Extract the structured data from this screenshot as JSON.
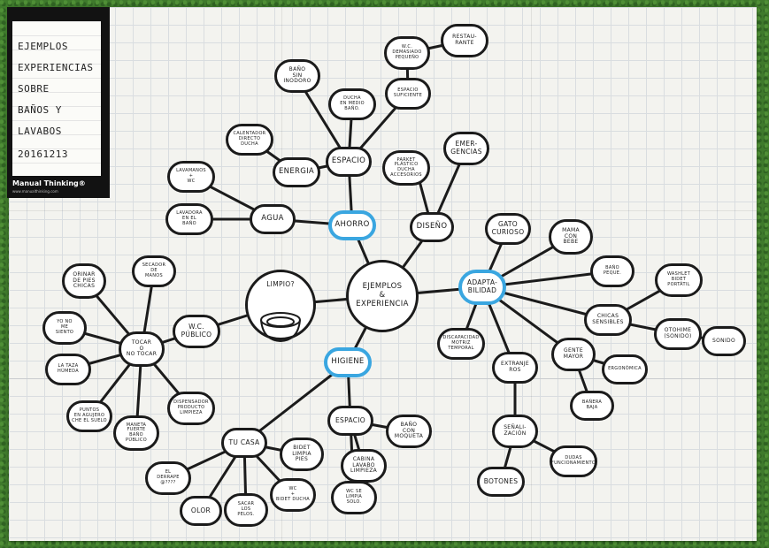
{
  "title_card": {
    "lines": [
      "EJEMPLOS",
      "EXPERIENCIAS",
      "SOBRE",
      "BAÑOS Y",
      "LAVABOS",
      "20161213"
    ],
    "brand": "Manual Thinking®",
    "brand_url": "www.manualthinking.com"
  },
  "colors": {
    "key_node_border": "#3aa6e0",
    "node_border": "#1b1b1b",
    "background": "#3f7a2c"
  },
  "nodes": {
    "ejemplos_experiencia": "EJEMPLOS\n&\nEXPERIENCIA",
    "limpio": "LIMPIO?",
    "ahorro": "AHORRO",
    "higiene": "HIGIENE",
    "adaptabilidad": "ADAPTA-\nBILIDAD",
    "diseno": "DISEÑO",
    "emergencias": "EMER-\nGENCIAS",
    "parkett": "PARKET\nPLÁSTICO\nDUCHA\nACCESORIOS",
    "espacio_top": "ESPACIO",
    "energia": "ENERGIA",
    "agua": "AGUA",
    "bano_sin_inodoro": "BAÑO\nSIN\nINODORO",
    "ducha_medio": "DUCHA\nEN MEDIO\nBAÑO.",
    "espacio_suficiente": "ESPACIO\nSUFICIENTE",
    "wc_pequeno": "W.C.\nDEMASIADO\nPEQUEÑO",
    "restaurante": "RESTAU-\nRANTE",
    "calentador": "CALENTADOR\nDIRECTO\nDUCHA",
    "lavamanos_wc": "LAVAMANOS\n+\nWC",
    "lavadora": "LAVADORA\nEN EL\nBAÑO",
    "gato": "GATO\nCURIOSO",
    "mama_bebe": "MAMA\nCON\nBEBE",
    "bano_pequeno": "BAÑO\nPEQUE.",
    "washlet": "WASHLET\nBIDET\nPORTÁTIL",
    "chicas_sensibles": "CHICAS\nSENSIBLES",
    "otohime": "OTOHIME\n(SONIDO)",
    "sonido": "SONIDO",
    "gente_mayor": "GENTE\nMAYOR",
    "ergonomica": "ERGONÓMICA",
    "banera_baja": "BAÑERA\nBAJA",
    "discapacidad": "DISCAPACIDAD\nMOTRIZ\nTEMPORAL",
    "extranjeros": "EXTRANJE\nROS",
    "senalizacion": "SEÑALI-\nZACIÓN",
    "dudas": "DUDAS\nFUNCIONAMIENTO",
    "botones": "BOTONES",
    "wc_publico": "W.C.\nPÚBLICO",
    "tocar": "TOCAR\nO\nNO TOCAR",
    "orinar": "ORINAR\nDE PIES\nCHICAS",
    "secador": "SECADOR\nDE\nMANOS",
    "yo_no_me_siento": "YO NO\nME\nSIENTO",
    "taza_humeda": "LA TAZA\nHÚMEDA",
    "puntos_agujero": "PUNTOS\nEN AGUJERO\nCHE EL SUELO",
    "maneta": "MANETA\nFUERTE\nBAÑO\nPÚBLICO",
    "dispensador": "DISPENSADOR\nPRODUCTO\nLIMPIEZA",
    "espacio_bottom": "ESPACIO",
    "bano_moqueta": "BAÑO\nCON\nMOQUETA",
    "cabina": "CABINA\nLAVABO\nLIMPIEZA",
    "wc_limpia_solo": "WC SE\nLIMPIA\nSOLO.",
    "tu_casa": "TU CASA",
    "bidet_limpia": "BIDET\nLIMPIA\nPIES",
    "wc_bidet": "WC\n+\nBIDET DUCHA",
    "el_derrape": "EL\nDERRAPE\n@????",
    "olor": "OLOR",
    "sacar_pelos": "SACAR\nLOS\nPELOS."
  }
}
